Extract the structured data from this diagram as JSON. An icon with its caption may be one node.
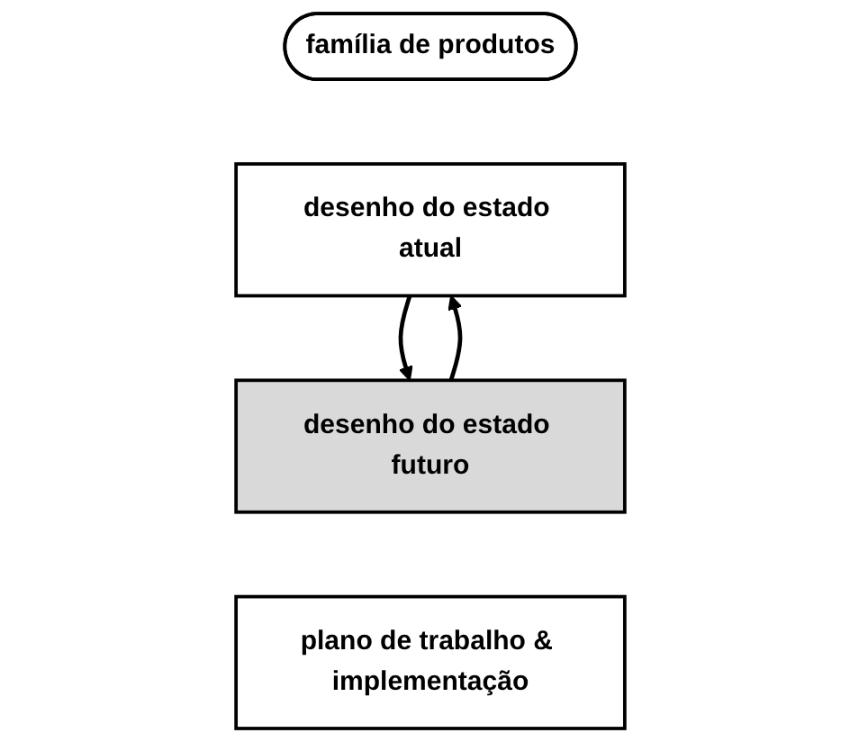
{
  "diagram": {
    "nodes": [
      {
        "text": [
          "família de produtos"
        ]
      },
      {
        "text": [
          "desenho do estado atual"
        ]
      },
      {
        "text": [
          "desenho do estado futuro"
        ]
      },
      {
        "text": [
          "plano de trabalho & implementação"
        ]
      }
    ],
    "edges": [
      {
        "from": 1,
        "to": 2,
        "arrow": "to"
      },
      {
        "from": 2,
        "to": 1,
        "arrow": "to"
      }
    ]
  }
}
